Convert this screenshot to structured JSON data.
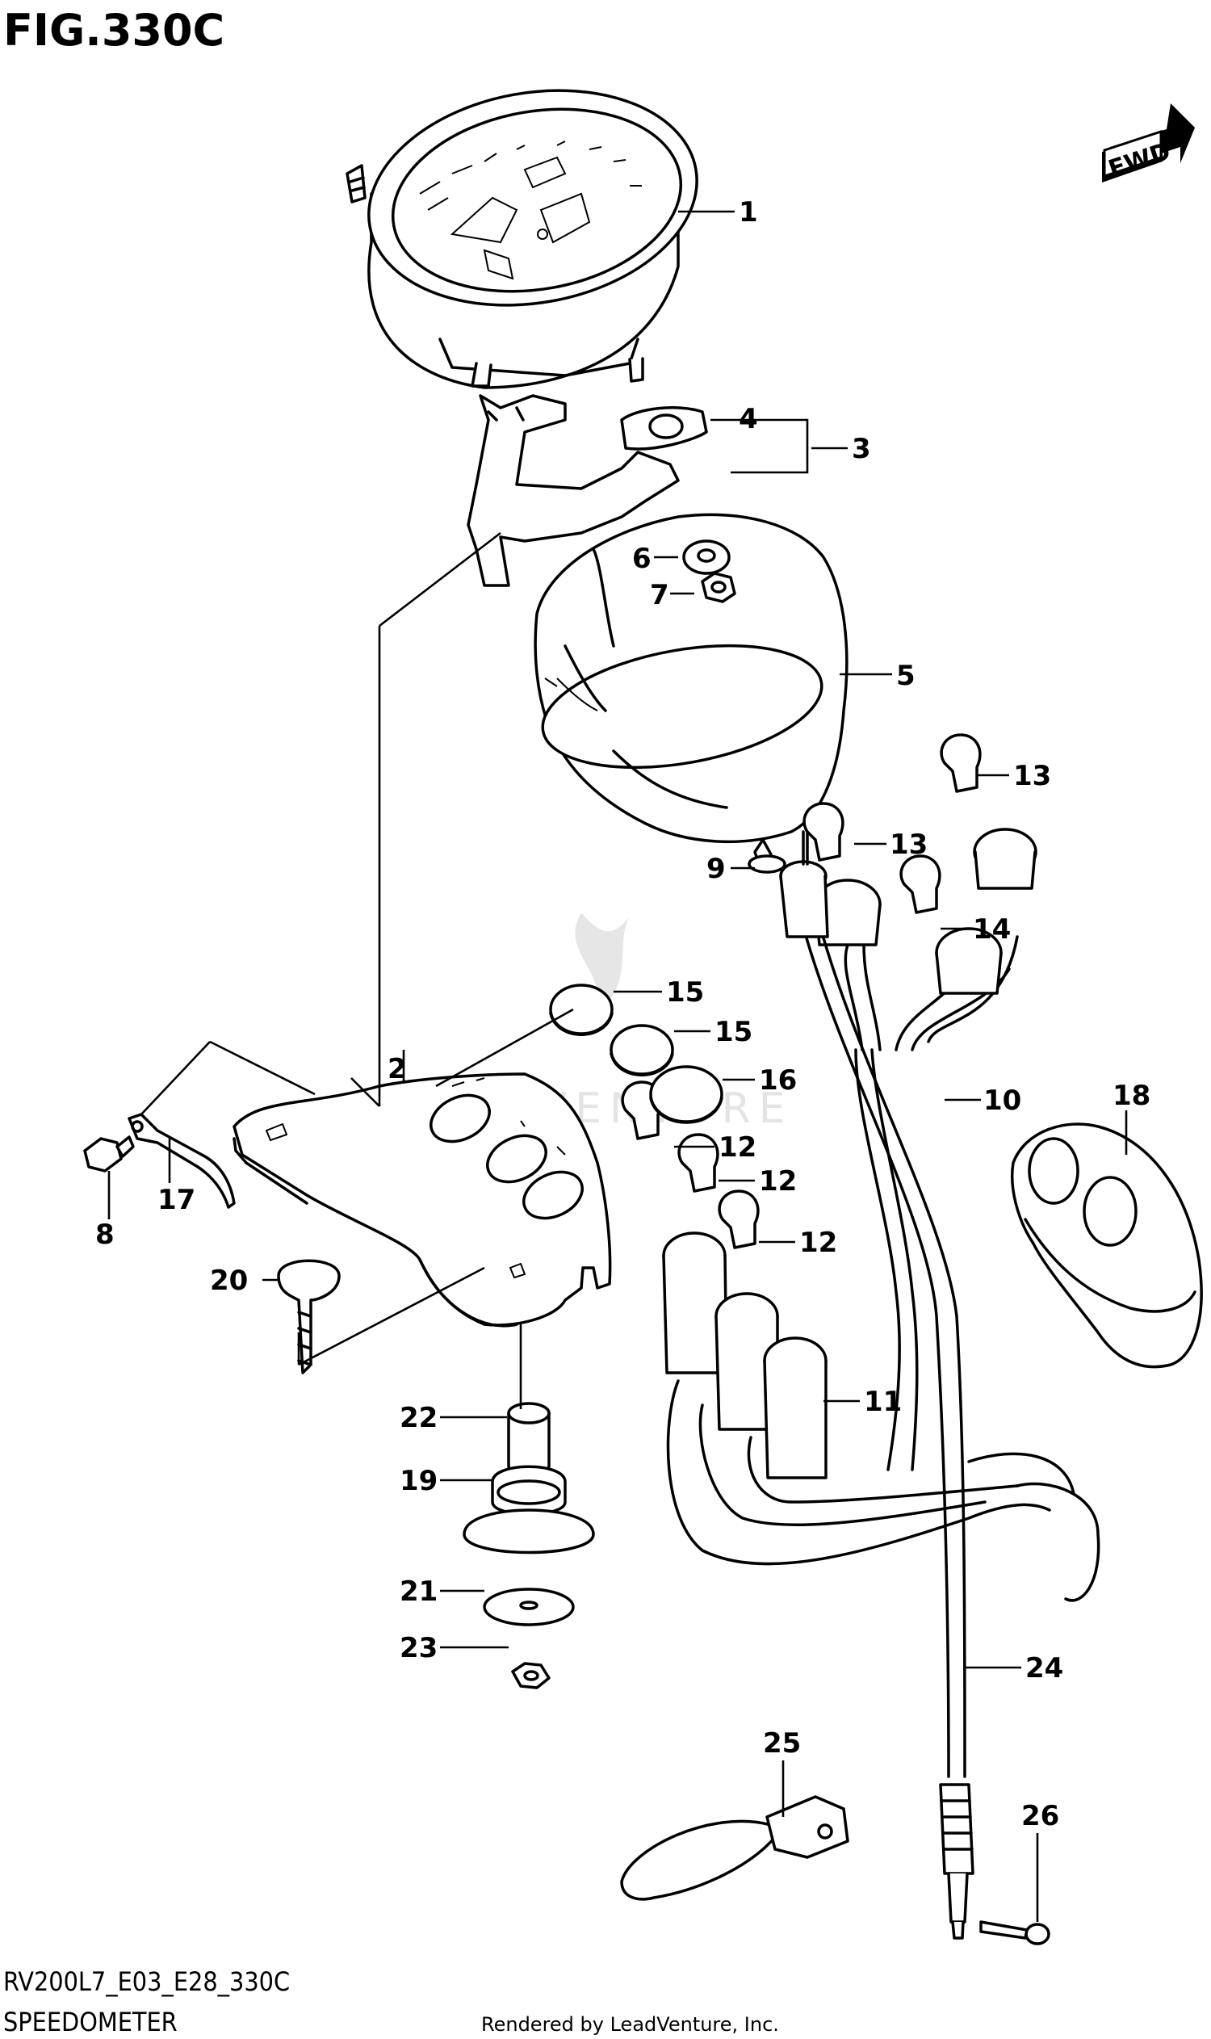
{
  "title": "FIG.330C",
  "fwd_label": "FWD",
  "watermark": "LEADVENTURE",
  "footer": {
    "code": "RV200L7_E03_E28_330C",
    "name": "SPEEDOMETER",
    "rendered_by": "Rendered by LeadVenture, Inc."
  },
  "callouts": [
    {
      "id": "c1",
      "text": "1"
    },
    {
      "id": "c2",
      "text": "2"
    },
    {
      "id": "c3",
      "text": "3"
    },
    {
      "id": "c4",
      "text": "4"
    },
    {
      "id": "c5",
      "text": "5"
    },
    {
      "id": "c6",
      "text": "6"
    },
    {
      "id": "c7",
      "text": "7"
    },
    {
      "id": "c8",
      "text": "8"
    },
    {
      "id": "c9",
      "text": "9"
    },
    {
      "id": "c10",
      "text": "10"
    },
    {
      "id": "c11",
      "text": "11"
    },
    {
      "id": "c12a",
      "text": "12"
    },
    {
      "id": "c12b",
      "text": "12"
    },
    {
      "id": "c12c",
      "text": "12"
    },
    {
      "id": "c13a",
      "text": "13"
    },
    {
      "id": "c13b",
      "text": "13"
    },
    {
      "id": "c14",
      "text": "14"
    },
    {
      "id": "c15a",
      "text": "15"
    },
    {
      "id": "c15b",
      "text": "15"
    },
    {
      "id": "c16",
      "text": "16"
    },
    {
      "id": "c17",
      "text": "17"
    },
    {
      "id": "c18",
      "text": "18"
    },
    {
      "id": "c19",
      "text": "19"
    },
    {
      "id": "c20",
      "text": "20"
    },
    {
      "id": "c21",
      "text": "21"
    },
    {
      "id": "c22",
      "text": "22"
    },
    {
      "id": "c23",
      "text": "23"
    },
    {
      "id": "c24",
      "text": "24"
    },
    {
      "id": "c25",
      "text": "25"
    },
    {
      "id": "c26",
      "text": "26"
    }
  ],
  "colors": {
    "ink": "#000000",
    "paper": "#ffffff",
    "watermark": "#cfcfcf"
  }
}
